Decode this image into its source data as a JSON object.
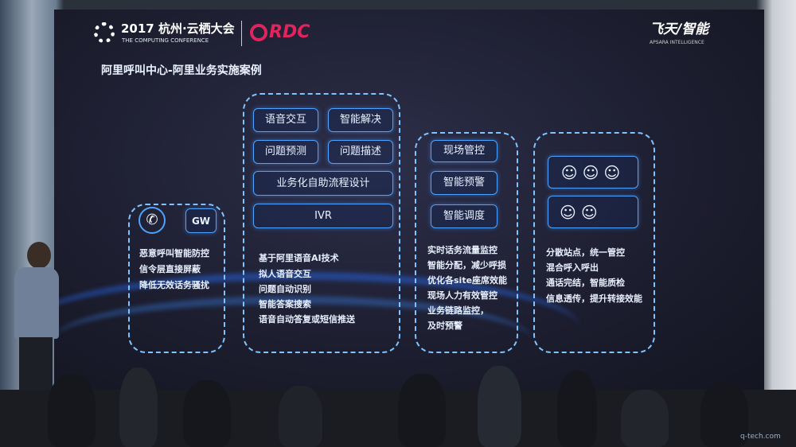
{
  "slide": {
    "conference_year_city": "2017 杭州·云栖大会",
    "conference_subtitle": "THE COMPUTING CONFERENCE",
    "rdc_logo": "RDC",
    "brand": "飞天/智能",
    "brand_sub": "APSARA INTELLIGENCE",
    "title": "阿里呼叫中心-阿里业务实施案例",
    "col1": {
      "icon": "phone-icon",
      "button": "GW",
      "lines": [
        "恶意呼叫智能防控",
        "信令层直接屏蔽",
        "降低无效话务骚扰"
      ]
    },
    "col2": {
      "buttons": [
        "语音交互",
        "智能解决",
        "问题预测",
        "问题描述",
        "业务化自助流程设计",
        "IVR"
      ],
      "lines": [
        "基于阿里语音AI技术",
        "拟人语音交互",
        "问题自动识别",
        "智能答案搜索",
        "语音自动答复或短信推送"
      ]
    },
    "col3": {
      "buttons": [
        "现场管控",
        "智能预警",
        "智能调度"
      ],
      "lines": [
        "实时话务流量监控",
        "智能分配，减少呼损",
        "优化各site座席效能",
        "现场人力有效管控",
        "业务链路监控，",
        "及时预警"
      ]
    },
    "col4": {
      "icon": "people-icon",
      "lines": [
        "分散站点，统一管控",
        "混合呼入呼出",
        "通话完结，智能质检",
        "信息透传，提升转接效能"
      ]
    }
  },
  "watermark": {
    "text": "q-tech.com"
  }
}
